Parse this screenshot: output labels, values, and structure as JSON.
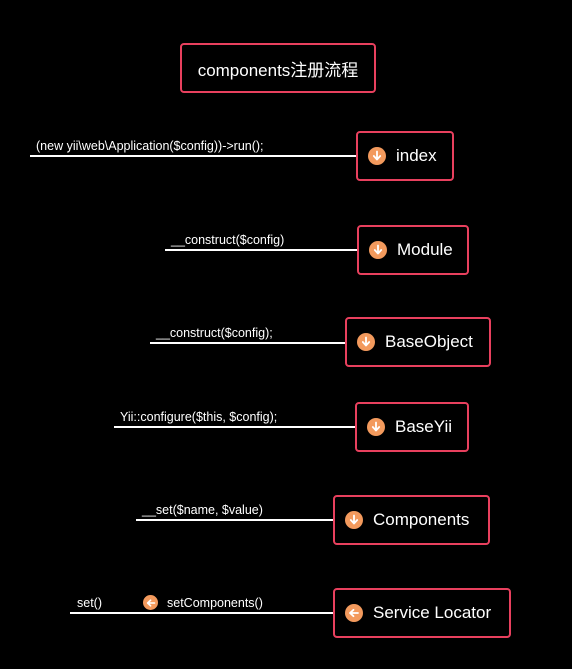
{
  "title": "components注册流程",
  "nodes": {
    "index": {
      "label": "index",
      "icon": "arrow-down-icon",
      "edge_label": "(new yii\\web\\Application($config))->run();"
    },
    "module": {
      "label": "Module",
      "icon": "arrow-down-icon",
      "edge_label": "__construct($config)"
    },
    "base_object": {
      "label": "BaseObject",
      "icon": "arrow-down-icon",
      "edge_label": "__construct($config);"
    },
    "base_yii": {
      "label": "BaseYii",
      "icon": "arrow-down-icon",
      "edge_label": "Yii::configure($this, $config);"
    },
    "components": {
      "label": "Components",
      "icon": "arrow-down-icon",
      "edge_label": "__set($name, $value)"
    },
    "service_locator": {
      "label": "Service Locator",
      "icon": "arrow-left-icon",
      "edge_label_left": "set()",
      "edge_label_right": "setComponents()",
      "edge_icon": "arrow-left-icon"
    }
  },
  "colors": {
    "background": "#000000",
    "border": "#e8405e",
    "icon": "#f39a5d",
    "text": "#ffffff"
  }
}
